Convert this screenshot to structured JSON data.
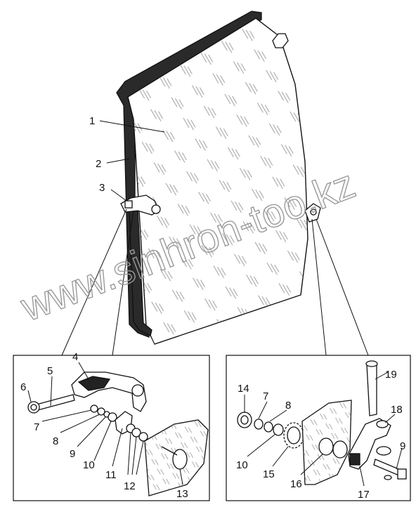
{
  "watermark": "www.sinhron-too.kz",
  "callouts": {
    "main": [
      "1",
      "2",
      "3"
    ],
    "left_detail": [
      "4",
      "5",
      "6",
      "7",
      "8",
      "9",
      "10",
      "11",
      "12",
      "13"
    ],
    "right_detail": [
      "14",
      "7",
      "8",
      "10",
      "15",
      "16",
      "17",
      "18",
      "19",
      "9"
    ]
  }
}
